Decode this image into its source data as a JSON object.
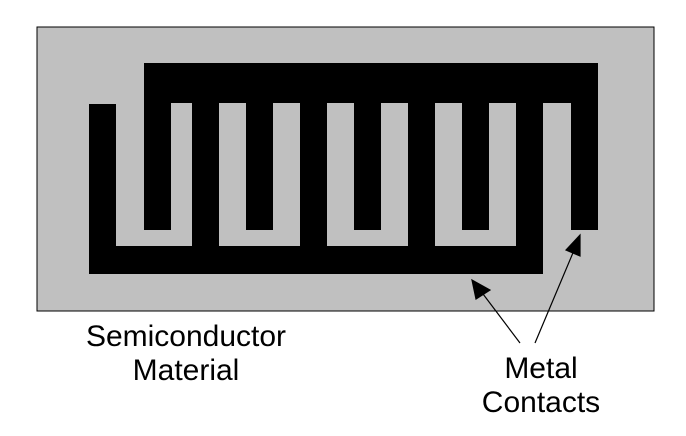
{
  "labels": {
    "semiconductor": {
      "line1": "Semiconductor",
      "line2": "Material"
    },
    "metal_contacts": {
      "line1": "Metal",
      "line2": "Contacts"
    }
  },
  "colors": {
    "substrate": "#c0c0c0",
    "metal": "#000000",
    "background": "#ffffff",
    "text": "#000000"
  }
}
